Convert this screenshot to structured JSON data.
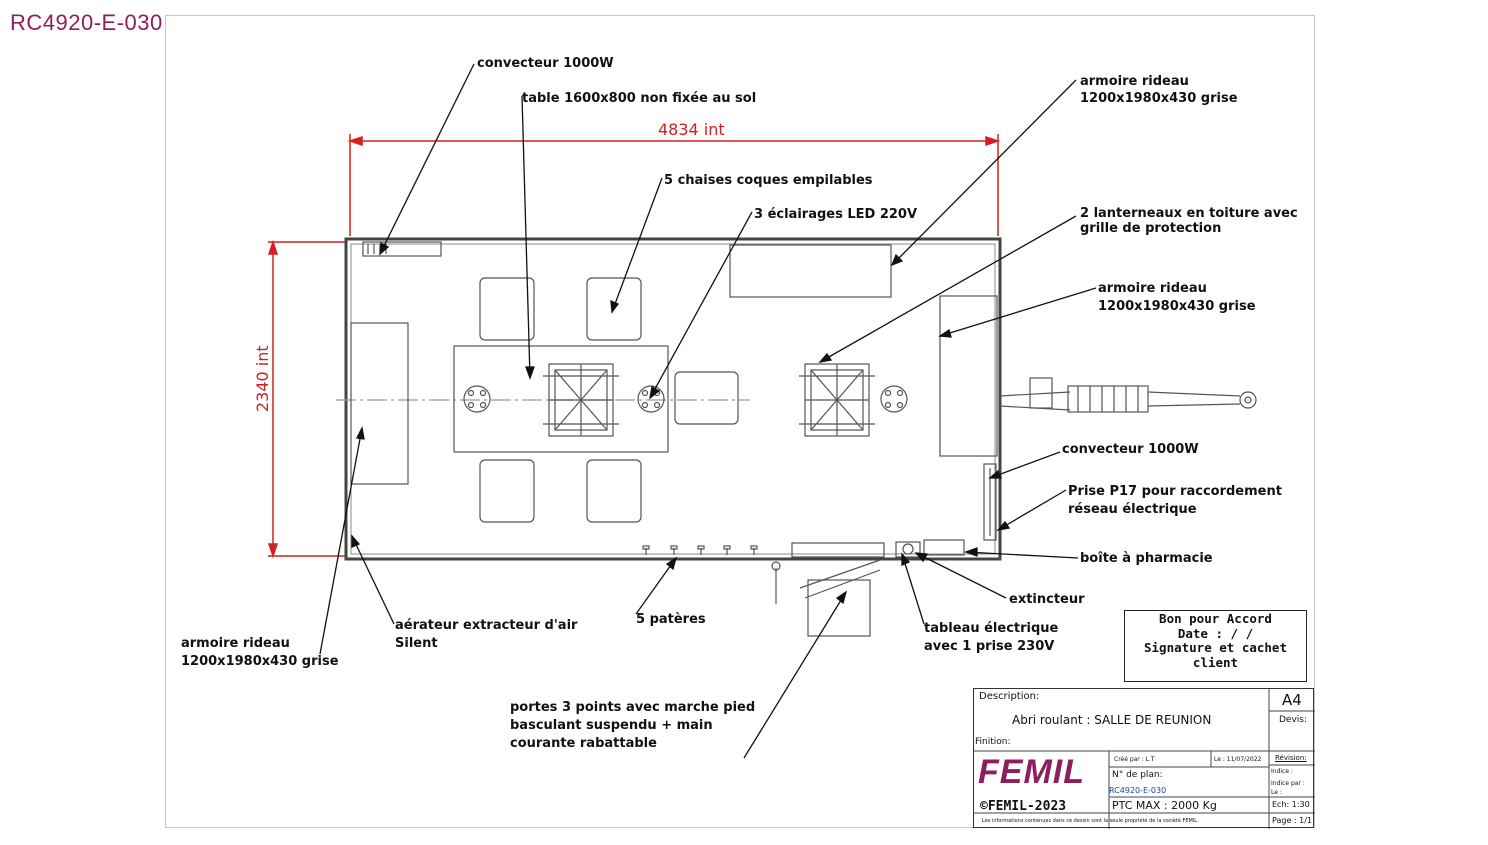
{
  "reference": "RC4920-E-030",
  "dimensions": {
    "length": "4834 int",
    "width": "2340 int"
  },
  "callouts": {
    "convecteur_top": "convecteur 1000W",
    "table": "table 1600x800 non fixée au sol",
    "armoire_top_l1": "armoire rideau",
    "armoire_top_l2": "1200x1980x430 grise",
    "chaises": "5 chaises coques empilables",
    "eclairages": "3 éclairages LED 220V",
    "lanterneaux_l1": "2 lanterneaux en toiture avec",
    "lanterneaux_l2": "grille de protection",
    "armoire_right_l1": "armoire rideau",
    "armoire_right_l2": "1200x1980x430 grise",
    "convecteur_right": "convecteur 1000W",
    "prise_l1": "Prise P17 pour raccordement",
    "prise_l2": "réseau électrique",
    "pharmacie": "boîte à pharmacie",
    "extincteur": "extincteur",
    "tableau_l1": "tableau électrique",
    "tableau_l2": "avec 1 prise 230V",
    "pateres": "5 patères",
    "aerateur_l1": "aérateur extracteur d'air",
    "aerateur_l2": "Silent",
    "armoire_left_l1": "armoire rideau",
    "armoire_left_l2": "1200x1980x430 grise",
    "portes_l1": "portes 3 points avec marche pied",
    "portes_l2": "basculant suspendu + main",
    "portes_l3": "courante rabattable"
  },
  "accord": {
    "l1": "Bon pour Accord",
    "l2": "Date :  /  /",
    "l3": "Signature et cachet client"
  },
  "title_block": {
    "description_label": "Description:",
    "description": "Abri roulant : SALLE DE REUNION",
    "format": "A4",
    "devis_label": "Devis:",
    "finition_label": "Finition:",
    "cree_par": "Créé par : L.T",
    "date": "Le : 11/07/2022",
    "revision_label": "Révision:",
    "indice_label": "Indice :",
    "indice_par": "Indice par :",
    "le_label": "Le :",
    "plan_label": "N° de plan:",
    "plan_number": "RC4920-E-030",
    "brand": "FEMIL",
    "copyright": "©FEMIL-2023",
    "ptc": "PTC MAX : 2000 Kg",
    "echelle": "Ech: 1:30",
    "page": "Page : 1/1",
    "notice": "Les informations contenues dans ce dessin sont la seule propriété de la société FEMIL."
  },
  "colors": {
    "brand": "#8e1f5f",
    "dimension": "#d32020"
  }
}
